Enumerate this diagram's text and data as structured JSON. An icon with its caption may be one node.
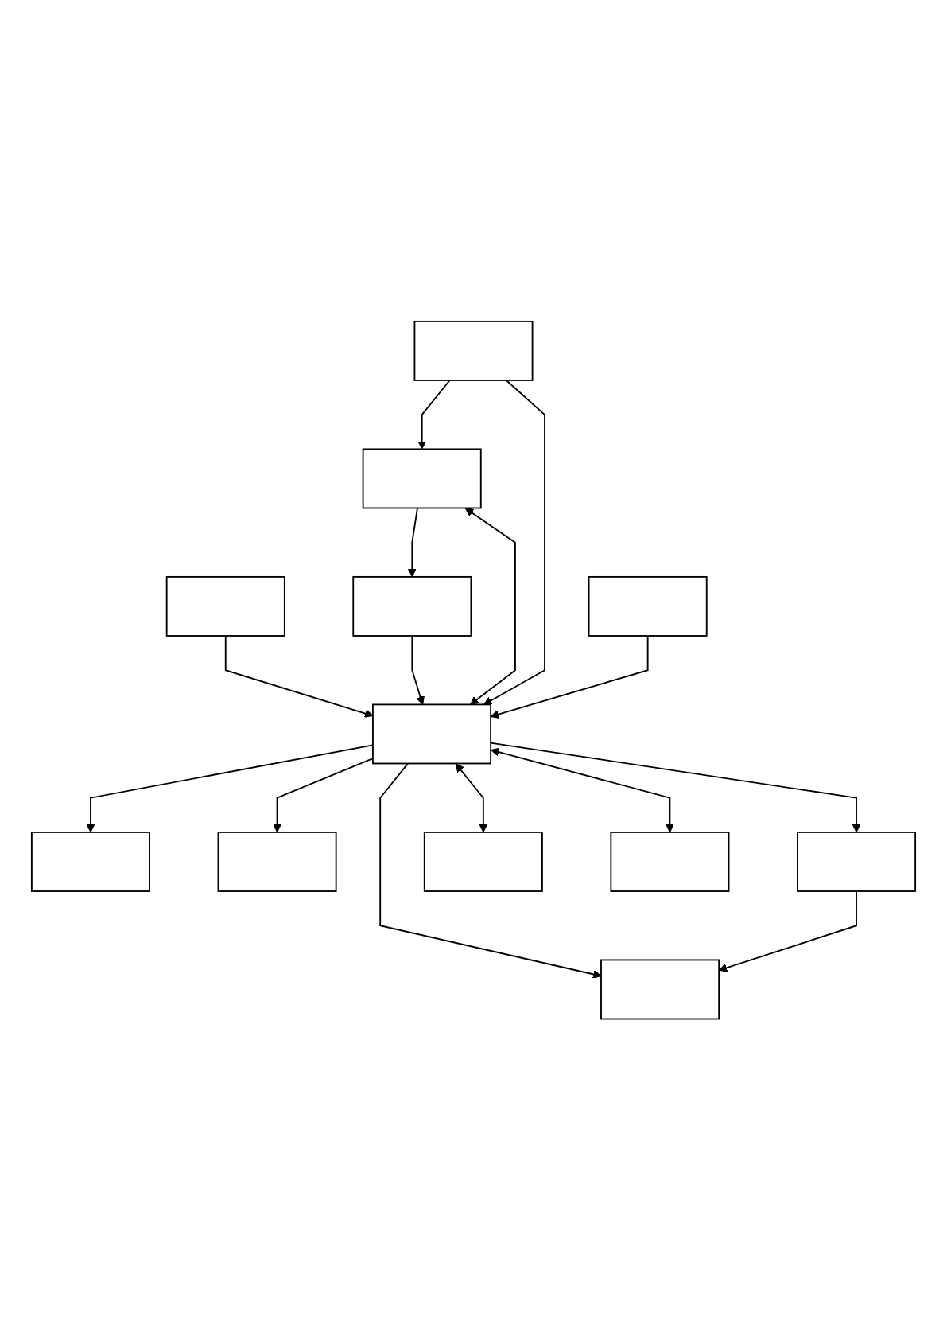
{
  "diagram": {
    "nodes": [
      {
        "text": [],
        "shape": "box"
      },
      {
        "text": [],
        "shape": "box"
      },
      {
        "text": [],
        "shape": "box"
      },
      {
        "text": [],
        "shape": "box"
      },
      {
        "text": [],
        "shape": "box"
      },
      {
        "text": [],
        "shape": "box"
      },
      {
        "text": [],
        "shape": "box"
      },
      {
        "text": [],
        "shape": "box"
      },
      {
        "text": [],
        "shape": "box"
      },
      {
        "text": [],
        "shape": "box"
      },
      {
        "text": [],
        "shape": "box"
      },
      {
        "text": [],
        "shape": "box"
      }
    ],
    "edges": [
      {
        "from": 4,
        "to": 0,
        "arrow": "to"
      },
      {
        "from": 1,
        "to": 4,
        "arrow": "to"
      },
      {
        "from": 4,
        "to": 2,
        "arrow": "to"
      },
      {
        "from": 3,
        "to": 4,
        "arrow": "to"
      },
      {
        "from": 4,
        "to": 5,
        "arrow": "to"
      },
      {
        "from": 6,
        "to": 3,
        "arrow": "to"
      },
      {
        "from": 7,
        "to": 5,
        "arrow": "to"
      },
      {
        "from": 6,
        "to": 4,
        "arrow": "both"
      },
      {
        "from": 4,
        "to": 7,
        "arrow": "to"
      },
      {
        "from": 8,
        "to": 6,
        "arrow": "to"
      },
      {
        "from": 8,
        "to": 4,
        "arrow": "to"
      },
      {
        "from": 4,
        "to": 9,
        "arrow": "both"
      },
      {
        "from": 4,
        "to": 10,
        "arrow": "both"
      },
      {
        "from": 11,
        "to": 4,
        "arrow": "to"
      }
    ]
  }
}
